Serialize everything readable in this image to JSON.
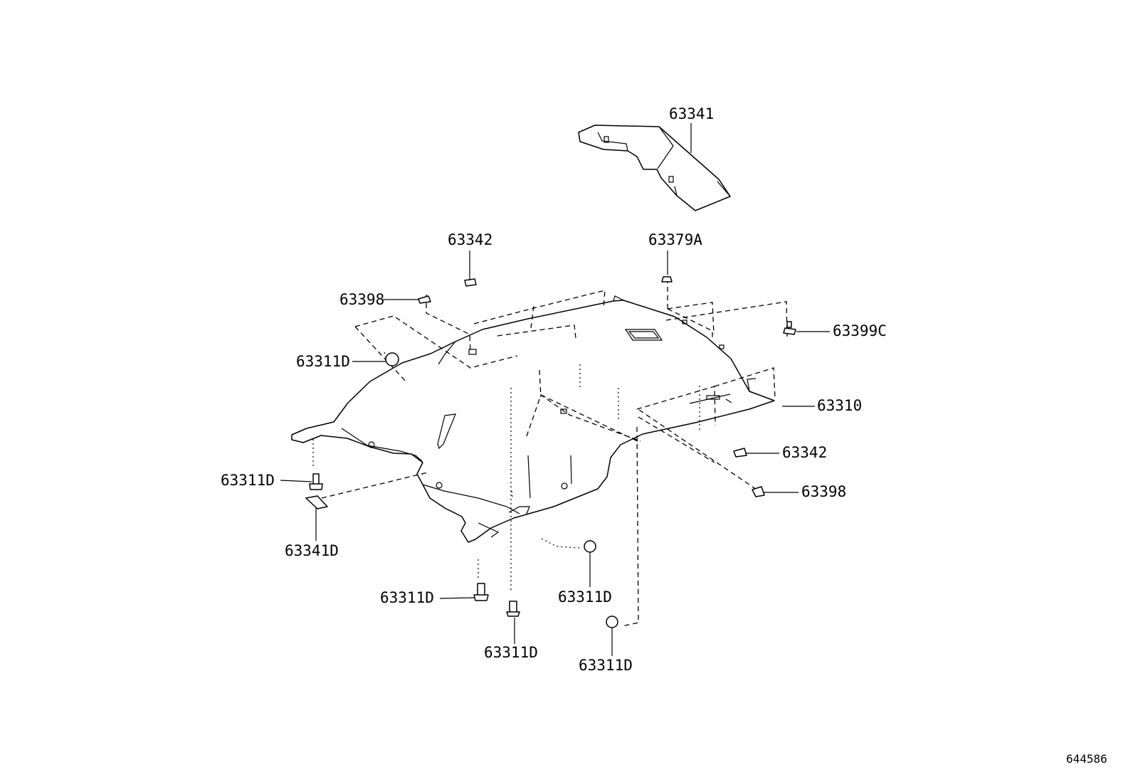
{
  "parts": {
    "trim_cover": "63341",
    "clip_top": "63342",
    "lamp_holder": "63379A",
    "cushion_left": "63398",
    "retainer_upper": "63311D",
    "screw_right": "63399C",
    "headlining": "63310",
    "clip_right": "63342",
    "cushion_right": "63398",
    "retainer_left": "63311D",
    "clip_left": "63341D",
    "retainer_front_mid": "63311D",
    "retainer_front_center": "63311D",
    "retainer_front_right": "63311D",
    "retainer_front_low": "63311D"
  },
  "figure_ref": "644586"
}
